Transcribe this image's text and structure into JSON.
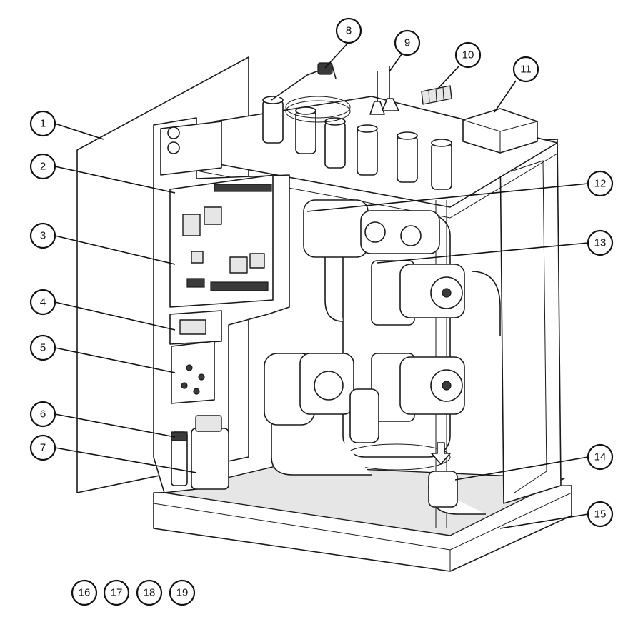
{
  "callouts": [
    {
      "id": "1",
      "label": "1"
    },
    {
      "id": "2",
      "label": "2"
    },
    {
      "id": "3",
      "label": "3"
    },
    {
      "id": "4",
      "label": "4"
    },
    {
      "id": "5",
      "label": "5"
    },
    {
      "id": "6",
      "label": "6"
    },
    {
      "id": "7",
      "label": "7"
    },
    {
      "id": "8",
      "label": "8"
    },
    {
      "id": "9",
      "label": "9"
    },
    {
      "id": "10",
      "label": "10"
    },
    {
      "id": "11",
      "label": "11"
    },
    {
      "id": "12",
      "label": "12"
    },
    {
      "id": "13",
      "label": "13"
    },
    {
      "id": "14",
      "label": "14"
    },
    {
      "id": "15",
      "label": "15"
    },
    {
      "id": "16",
      "label": "16"
    },
    {
      "id": "17",
      "label": "17"
    },
    {
      "id": "18",
      "label": "18"
    },
    {
      "id": "19",
      "label": "19"
    }
  ],
  "colors": {
    "line": "#111111",
    "shade": "#e6e6e6",
    "dark": "#3a3a3a",
    "background": "#ffffff"
  }
}
